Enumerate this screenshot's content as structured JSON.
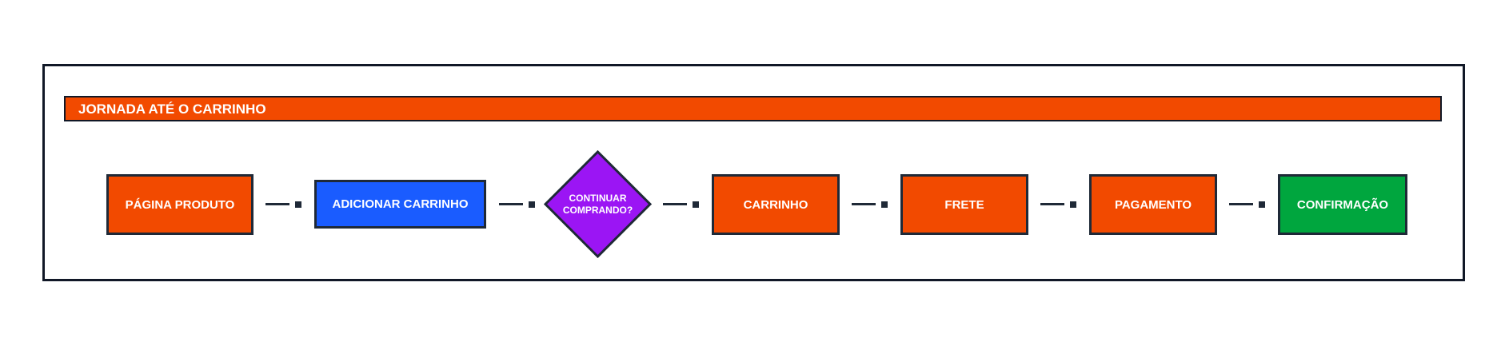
{
  "header": {
    "title": "JORNADA ATÉ O CARRINHO"
  },
  "nodes": {
    "pagina_produto": "PÁGINA PRODUTO",
    "adicionar_carrinho": "ADICIONAR CARRINHO",
    "continuar_comprando": "CONTINUAR COMPRANDO?",
    "carrinho": "CARRINHO",
    "frete": "FRETE",
    "pagamento": "PAGAMENTO",
    "confirmacao": "CONFIRMAÇÃO"
  },
  "colors": {
    "orange": "#f24a00",
    "blue": "#1a5cff",
    "purple": "#9b15f4",
    "green": "#00a63e",
    "border": "#1f2937"
  }
}
